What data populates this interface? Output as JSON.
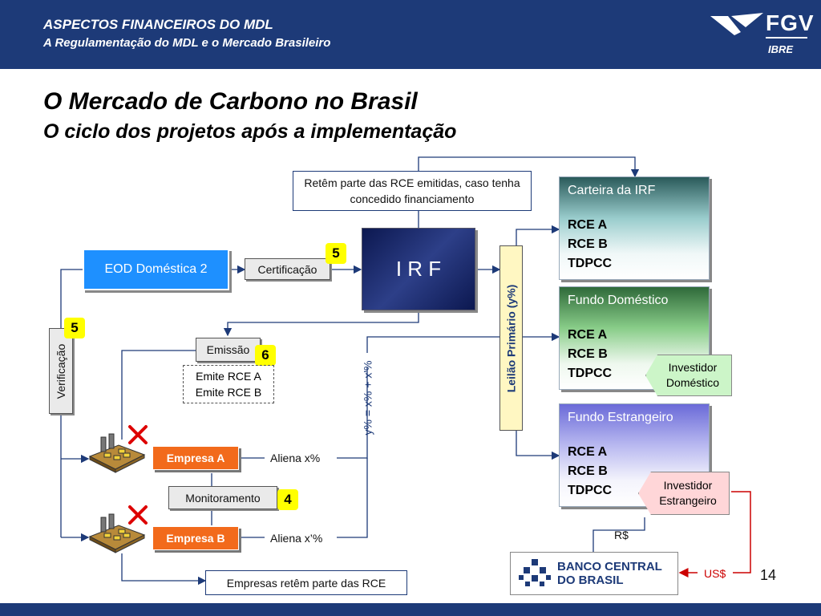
{
  "header": {
    "line1": "ASPECTOS FINANCEIROS DO MDL",
    "line2": "A Regulamentação do MDL e o Mercado Brasileiro",
    "logo_text": "FGV",
    "logo_sub": "IBRE"
  },
  "slide": {
    "title": "O Mercado de Carbono no Brasil",
    "subtitle": "O ciclo dos projetos após a implementação",
    "page_number": "14"
  },
  "diagram": {
    "retem_box": "Retêm parte das RCE emitidas, caso tenha concedido financiamento",
    "eod": "EOD Doméstica 2",
    "certificacao": "Certificação",
    "badge_5_top": "5",
    "irf": "I R F",
    "verificacao": "Verificação",
    "badge_5_left": "5",
    "emissao": "Emissão",
    "badge_6": "6",
    "emite_a": "Emite RCE A",
    "emite_b": "Emite RCE B",
    "formula": "y% = x% + x'%",
    "leilao": "Leilão Primário (y%)",
    "empresa_a": "Empresa A",
    "empresa_b": "Empresa B",
    "aliena_a": "Aliena x%",
    "aliena_b": "Aliena x’%",
    "monitoramento": "Monitoramento",
    "badge_4": "4",
    "empresas_retem": "Empresas retêm parte das RCE",
    "carteira": {
      "title": "Carteira da IRF",
      "items": [
        "RCE A",
        "RCE B",
        "TDPCC"
      ]
    },
    "fundo_dom": {
      "title": "Fundo Doméstico",
      "items": [
        "RCE A",
        "RCE B",
        "TDPCC"
      ]
    },
    "fundo_ext": {
      "title": "Fundo Estrangeiro",
      "items": [
        "RCE A",
        "RCE B",
        "TDPCC"
      ]
    },
    "inv_dom": {
      "line1": "Investidor",
      "line2": "Doméstico"
    },
    "inv_ext": {
      "line1": "Investidor",
      "line2": "Estrangeiro"
    },
    "rs": "R$",
    "us": "US$",
    "banco_line1": "BANCO CENTRAL",
    "banco_line2": "DO BRASIL"
  },
  "colors": {
    "header": "#1d3a78",
    "eod": "#1e90ff",
    "irf": "#1a2a66",
    "orange": "#f26a1b",
    "badge": "#ffff00",
    "arrow": "#1d3a78",
    "red_arrow": "#cc0000"
  }
}
